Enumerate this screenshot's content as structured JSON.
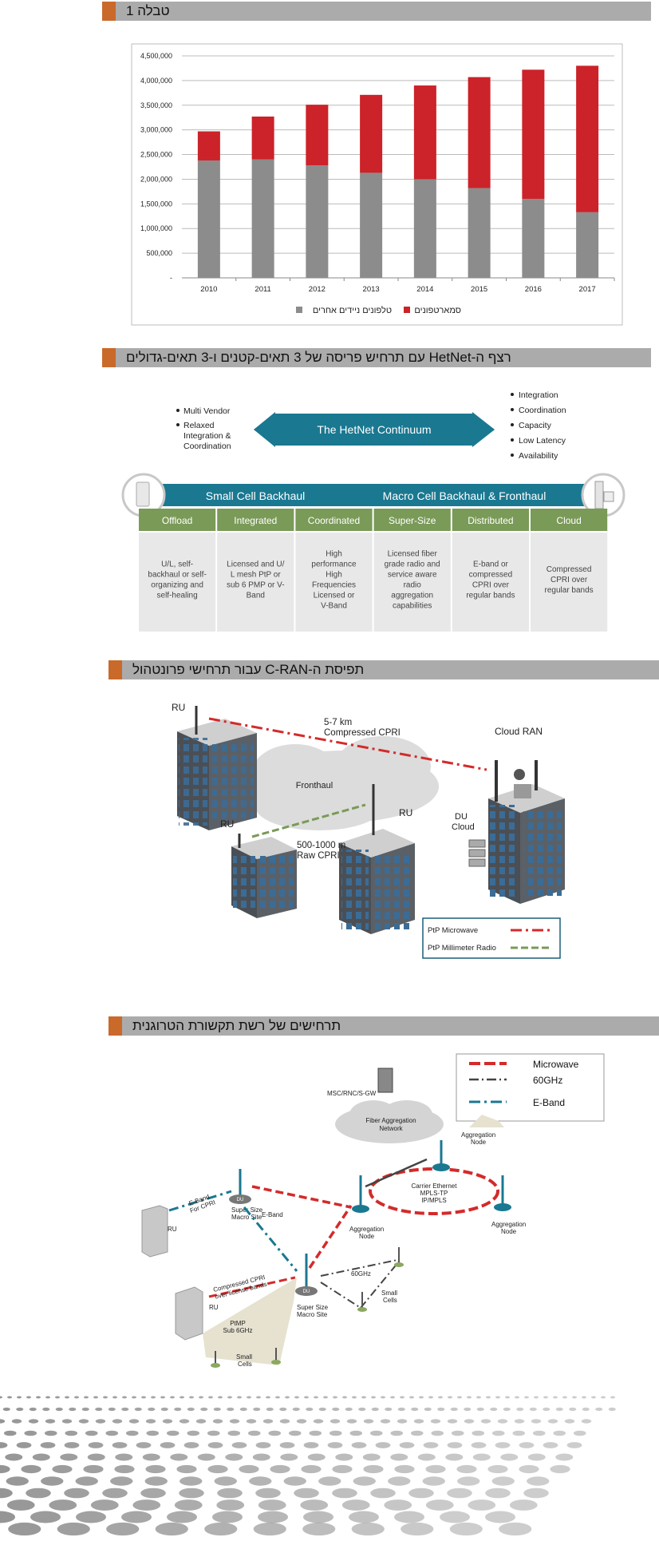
{
  "sections": {
    "s1": {
      "title": "טבלה 1"
    },
    "s2": {
      "title": "רצף ה-HetNet עם תרחיש פריסה של 3 תאים-קטנים ו-3 תאים-גדולים"
    },
    "s3": {
      "title": "תפיסת ה-C-RAN עבור תרחישי פרונטהול"
    },
    "s4": {
      "title": "תרחישים של רשת תקשורת הטרוגנית"
    }
  },
  "colors": {
    "accent": "#c96a2a",
    "header_bg": "#ababab",
    "gray_series": "#8c8c8c",
    "red_series": "#cc2229",
    "teal": "#1a7891",
    "green": "#7a9a58"
  },
  "chart_data": {
    "type": "bar",
    "stacked": true,
    "categories": [
      "2010",
      "2011",
      "2012",
      "2013",
      "2014",
      "2015",
      "2016",
      "2017"
    ],
    "series": [
      {
        "name": "טלפונים ניידים אחרים",
        "values": [
          2380000,
          2400000,
          2280000,
          2130000,
          2000000,
          1820000,
          1600000,
          1330000
        ]
      },
      {
        "name": "סמארטפונים",
        "values": [
          590000,
          870000,
          1230000,
          1580000,
          1900000,
          2250000,
          2620000,
          2970000
        ]
      }
    ],
    "ylim": [
      0,
      4500000
    ],
    "yticks": [
      "-",
      "500,000",
      "1,000,000",
      "1,500,000",
      "2,000,000",
      "2,500,000",
      "3,000,000",
      "3,500,000",
      "4,000,000",
      "4,500,000"
    ],
    "grid": true,
    "legend_position": "bottom"
  },
  "hetnet": {
    "left_bullets": [
      "Multi Vendor",
      "Relaxed Integration & Coordination"
    ],
    "right_bullets": [
      "Integration",
      "Coordination",
      "Capacity",
      "Low Latency",
      "Availability"
    ],
    "arrow_label": "The HetNet Continuum",
    "band_left": "Small Cell Backhaul",
    "band_right": "Macro Cell Backhaul & Fronthaul",
    "columns": [
      {
        "head": "Offload",
        "body": "U/L, self-backhaul or self-organizing and self-healing"
      },
      {
        "head": "Integrated",
        "body": "Licensed and U/ L mesh PtP or sub 6 PMP or V-Band"
      },
      {
        "head": "Coordinated",
        "body": "High performance High Frequencies Licensed or V-Band"
      },
      {
        "head": "Super-Size",
        "body": "Licensed fiber grade radio and service aware radio aggregation capabilities"
      },
      {
        "head": "Distributed",
        "body": "E-band or compressed CPRI over regular bands"
      },
      {
        "head": "Cloud",
        "body": "Compressed CPRI over regular bands"
      }
    ]
  },
  "cran": {
    "ru_top": "RU",
    "link_top": "5-7 km Compressed CPRI",
    "cloud_ran": "Cloud RAN",
    "fronthaul": "Fronthaul",
    "ru_left": "RU",
    "ru_mid": "RU",
    "link_mid": "500-1000 m Raw CPRI",
    "du_cloud": "DU Cloud",
    "legend": [
      "PtP Microwave",
      "PtP Millimeter Radio"
    ]
  },
  "hetnet_net": {
    "legend": [
      "Microwave",
      "60GHz",
      "E-Band"
    ],
    "msc": "MSC/RNC/S-GW",
    "fiber": "Fiber Aggregation Network",
    "agg_node": "Aggregation Node",
    "carrier": "Carrier Ethernet MPLS-TP IP/MPLS",
    "ru": "RU",
    "eband_cpri": "E-Band For CPRI",
    "super_macro": "Super Size Macro Site",
    "eband": "E-Band",
    "compressed": "Compressed CPRI over license bands",
    "ghz60": "60GHz",
    "small_cells": "Small Cells",
    "ptmp": "PtMP Sub 6GHz",
    "du": "DU"
  }
}
